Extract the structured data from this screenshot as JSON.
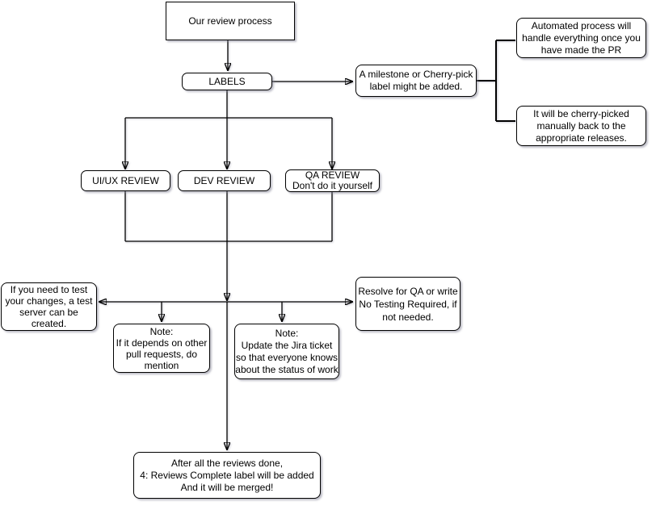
{
  "diagram": {
    "title": "Review process flowchart",
    "colors": {
      "node_fill": "#ffffff",
      "node_stroke": "#000000",
      "text": "#000000",
      "background": "#ffffff"
    },
    "nodes": {
      "review_process": {
        "label": "Our review process"
      },
      "labels": {
        "label": "LABELS"
      },
      "milestone": {
        "label": "A milestone or Cherry-pick\nlabel might be added."
      },
      "automated": {
        "label": "Automated process will\nhandle everything once you\nhave made the PR"
      },
      "cherry_pick": {
        "label": "It will be cherry-picked\nmanually back to the\nappropriate releases."
      },
      "uiux_review": {
        "label": "UI/UX REVIEW"
      },
      "dev_review": {
        "label": "DEV REVIEW"
      },
      "qa_review": {
        "label": "QA REVIEW\nDon't do it yourself"
      },
      "test_server": {
        "label": "If you need to test\nyour changes, a test\nserver can be\ncreated."
      },
      "note_pull_requests": {
        "label": "Note:\nIf it depends on other\npull requests, do\nmention"
      },
      "note_jira": {
        "label": "Note:\nUpdate the Jira ticket\nso that everyone knows\nabout the status of work"
      },
      "resolve_qa": {
        "label": "Resolve for QA or write\nNo Testing Required, if\nnot needed."
      },
      "merged": {
        "label": "After all the reviews done,\n4: Reviews Complete label will be added\nAnd it will be merged!"
      }
    }
  }
}
